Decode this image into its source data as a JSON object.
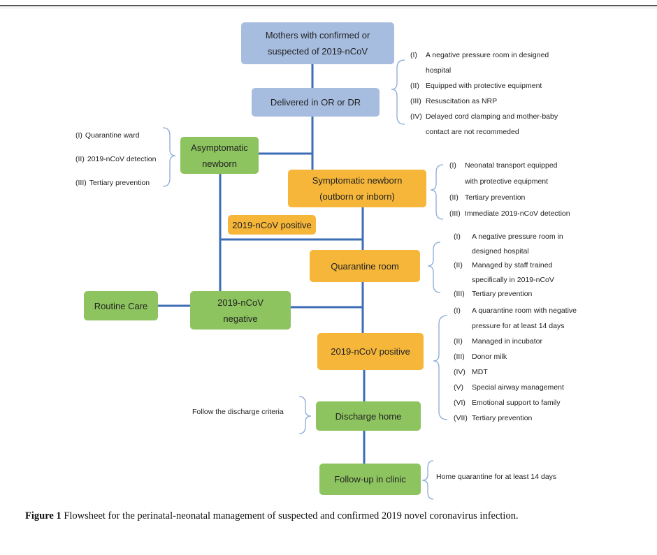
{
  "boxes": {
    "mothers": {
      "line1": "Mothers with confirmed or",
      "line2": "suspected of 2019-nCoV"
    },
    "delivered": "Delivered in OR or DR",
    "asymptomatic": {
      "line1": "Asymptomatic",
      "line2": "newborn"
    },
    "symptomatic": {
      "line1": "Symptomatic newborn",
      "line2": "(outborn or inborn)"
    },
    "positive_small": "2019-nCoV positive",
    "quarantine_room": "Quarantine room",
    "routine_care": "Routine Care",
    "negative": {
      "line1": "2019-nCoV",
      "line2": "negative"
    },
    "positive": "2019-nCoV positive",
    "discharge": "Discharge home",
    "followup": "Follow-up in clinic"
  },
  "notes": {
    "delivery": [
      {
        "num": "(I)",
        "text": "A negative pressure room in designed"
      },
      {
        "num": "",
        "text": "hospital"
      },
      {
        "num": "(II)",
        "text": "Equipped with protective equipment"
      },
      {
        "num": "(III)",
        "text": "Resuscitation as NRP"
      },
      {
        "num": "(IV)",
        "text": "Delayed cord clamping and mother-baby"
      },
      {
        "num": "",
        "text": "contact are not recommeded"
      }
    ],
    "asymptomatic": [
      {
        "num": "(I)",
        "text": "Quarantine ward"
      },
      {
        "num": "(II)",
        "text": "2019-nCoV detection"
      },
      {
        "num": "(III)",
        "text": "Tertiary prevention"
      }
    ],
    "symptomatic": [
      {
        "num": "(I)",
        "text": "Neonatal transport equipped"
      },
      {
        "num": "",
        "text": "with protective equipment"
      },
      {
        "num": "(II)",
        "text": "Tertiary prevention"
      },
      {
        "num": "(III)",
        "text": "Immediate 2019-nCoV detection"
      }
    ],
    "quarantine": [
      {
        "num": "(I)",
        "text": "A negative pressure room in"
      },
      {
        "num": "",
        "text": "designed hospital"
      },
      {
        "num": "(II)",
        "text": "Managed by staff trained"
      },
      {
        "num": "",
        "text": "specifically in 2019-nCoV"
      },
      {
        "num": "(III)",
        "text": "Tertiary prevention"
      }
    ],
    "positive": [
      {
        "num": "(I)",
        "text": "A quarantine room with negative"
      },
      {
        "num": "",
        "text": "pressure for at least 14 days"
      },
      {
        "num": "(II)",
        "text": "Managed in incubator"
      },
      {
        "num": "(III)",
        "text": "Donor milk"
      },
      {
        "num": "(IV)",
        "text": "MDT"
      },
      {
        "num": "(V)",
        "text": "Special airway management"
      },
      {
        "num": "(VI)",
        "text": "Emotional support to family"
      },
      {
        "num": "(VII)",
        "text": "Tertiary prevention"
      }
    ],
    "discharge": "Follow the discharge criteria",
    "followup": "Home quarantine for at least 14 days"
  },
  "caption": {
    "label": "Figure 1",
    "text": "Flowsheet for the perinatal-neonatal management of suspected and confirmed 2019 novel coronavirus infection."
  },
  "colors": {
    "blue_box": "#a7bde0",
    "green_box": "#8dc45f",
    "orange_box": "#f5b63a",
    "connector": "#3d6db5",
    "brace": "#8aaad6"
  }
}
